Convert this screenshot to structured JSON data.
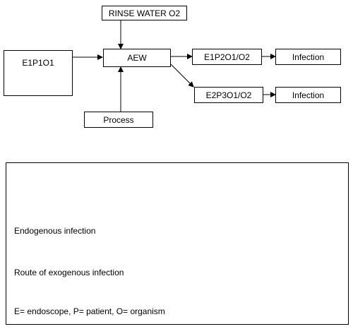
{
  "nodes": {
    "rinse_water": "RINSE WATER O2",
    "e1p1o1": "E1P1O1",
    "aew": "AEW",
    "e1p2o1": "E1P2O1/O2",
    "e2p3o1": "E2P3O1/O2",
    "infection_1": "Infection",
    "infection_2": "Infection",
    "process": "Process"
  },
  "legend": {
    "endogenous": "Endogenous infection",
    "exogenous": "Route of exogenous infection",
    "key": "E= endoscope, P= patient, O= organism"
  }
}
